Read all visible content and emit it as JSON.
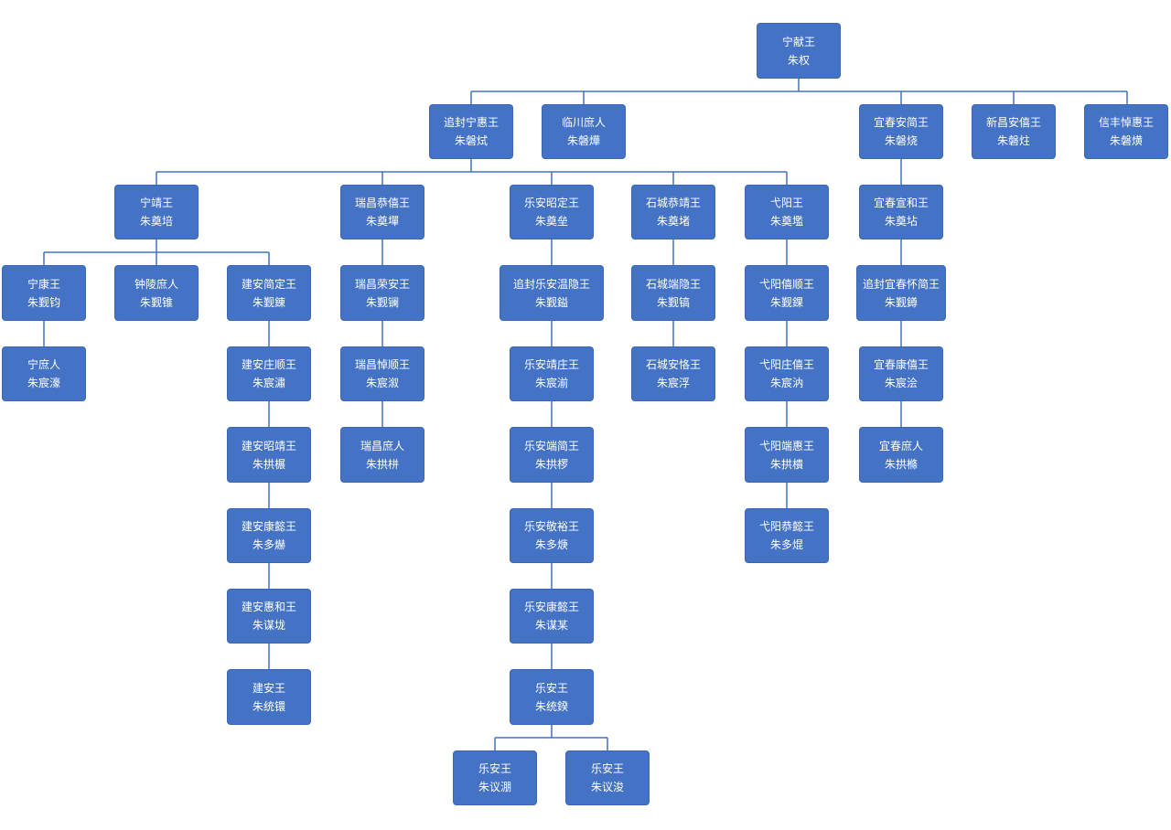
{
  "colors": {
    "box": "#4472c4",
    "line": "#4472c4",
    "text": "#ffffff"
  },
  "nodes": {
    "n1": {
      "title": "宁献王",
      "name": "朱权"
    },
    "n2": {
      "title": "追封宁惠王",
      "name": "朱磐烒"
    },
    "n3": {
      "title": "临川庶人",
      "name": "朱磐燁"
    },
    "n4": {
      "title": "宜春安简王",
      "name": "朱磐烧"
    },
    "n5": {
      "title": "新昌安僖王",
      "name": "朱磐炷"
    },
    "n6": {
      "title": "信丰悼惠王",
      "name": "朱磐熿"
    },
    "n7": {
      "title": "宁靖王",
      "name": "朱奠培"
    },
    "n8": {
      "title": "瑞昌恭僖王",
      "name": "朱奠墠"
    },
    "n9": {
      "title": "乐安昭定王",
      "name": "朱奠垒"
    },
    "n10": {
      "title": "石城恭靖王",
      "name": "朱奠堵"
    },
    "n11": {
      "title": "弋阳王",
      "name": "朱奠壏"
    },
    "n12": {
      "title": "宜春宣和王",
      "name": "朱奠坫"
    },
    "n13": {
      "title": "宁康王",
      "name": "朱觐钧"
    },
    "n14": {
      "title": "钟陵庶人",
      "name": "朱觐锥"
    },
    "n15": {
      "title": "建安简定王",
      "name": "朱觐錬"
    },
    "n16": {
      "title": "瑞昌荣安王",
      "name": "朱觐镧"
    },
    "n17": {
      "title": "追封乐安温隐王",
      "name": "朱觐鎰"
    },
    "n18": {
      "title": "石城端隐王",
      "name": "朱觐镐"
    },
    "n19": {
      "title": "弋阳僖顺王",
      "name": "朱觐錁"
    },
    "n20": {
      "title": "追封宜春怀简王",
      "name": "朱觐鐏"
    },
    "n21": {
      "title": "宁庶人",
      "name": "朱宸濠"
    },
    "n22": {
      "title": "建安庄顺王",
      "name": "朱宸潚"
    },
    "n23": {
      "title": "瑞昌悼顺王",
      "name": "朱宸溆"
    },
    "n24": {
      "title": "乐安靖庄王",
      "name": "朱宸湔"
    },
    "n25": {
      "title": "石城安恪王",
      "name": "朱宸浮"
    },
    "n26": {
      "title": "弋阳庄僖王",
      "name": "朱宸汭"
    },
    "n27": {
      "title": "宜春康僖王",
      "name": "朱宸浍"
    },
    "n28": {
      "title": "建安昭靖王",
      "name": "朱拱榐"
    },
    "n29": {
      "title": "瑞昌庶人",
      "name": "朱拱栟"
    },
    "n30": {
      "title": "乐安端简王",
      "name": "朱拱椤"
    },
    "n31": {
      "title": "弋阳端惠王",
      "name": "朱拱樻"
    },
    "n32": {
      "title": "宜春庶人",
      "name": "朱拱樤"
    },
    "n33": {
      "title": "建安康懿王",
      "name": "朱多爀"
    },
    "n34": {
      "title": "乐安敬裕王",
      "name": "朱多焿"
    },
    "n35": {
      "title": "弋阳恭懿王",
      "name": "朱多焜"
    },
    "n36": {
      "title": "建安惠和王",
      "name": "朱谋垅"
    },
    "n37": {
      "title": "乐安康懿王",
      "name": "朱谋某"
    },
    "n38": {
      "title": "建安王",
      "name": "朱统镮"
    },
    "n39": {
      "title": "乐安王",
      "name": "朱统鍨"
    },
    "n40": {
      "title": "乐安王",
      "name": "朱议淜"
    },
    "n41": {
      "title": "乐安王",
      "name": "朱议浚"
    }
  }
}
